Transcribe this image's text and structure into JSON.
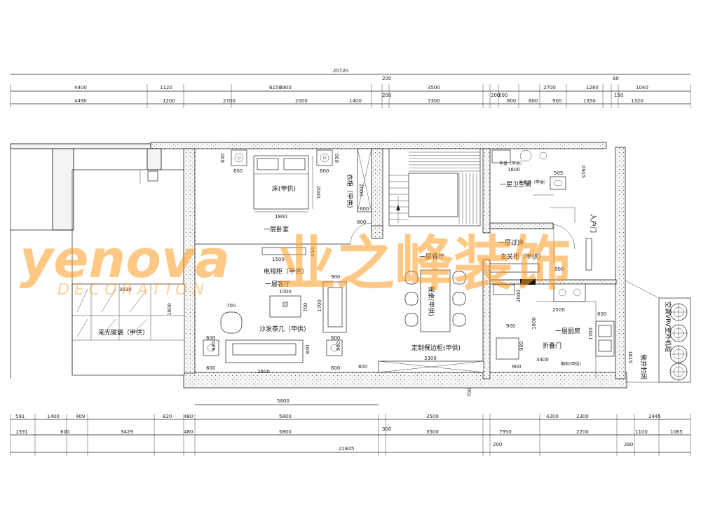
{
  "dims": {
    "top_total": "20720",
    "top_row1": [
      "4400",
      "1120",
      "6150",
      "3900",
      "200",
      "3500",
      "2700",
      "1280",
      "80",
      "1040"
    ],
    "top_row2": [
      "4490",
      "1200",
      "2700",
      "2000",
      "1400",
      "200",
      "3300",
      "200",
      "200",
      "800",
      "600",
      "900",
      "1350",
      "150",
      "1320"
    ],
    "bottom_row1": [
      "591",
      "1400",
      "409",
      "820",
      "480",
      "5800",
      "3500",
      "4200",
      "2300",
      "2445"
    ],
    "bottom_row2": [
      "1391",
      "600",
      "3429",
      "480",
      "5800",
      "300",
      "3500",
      "7950",
      "2200",
      "1100",
      "1065"
    ],
    "bottom_extra": [
      "5800",
      "200",
      "280"
    ],
    "bottom_total": "21845"
  },
  "rooms": {
    "bedroom": "一层卧室",
    "bed": "床(甲供)",
    "wardrobe": "衣柜（甲供）",
    "tv_cabinet": "电视柜（甲供）",
    "living": "一层客厅",
    "sofa_table": "沙发茶几（甲供）",
    "skylight": "采光玻璃（甲供）",
    "dining": "一层餐厅",
    "sideboard": "定制餐边柜(甲供)",
    "dining_table": "餐桌(甲供)",
    "corridor": "一层过道",
    "shoe_cabinet": "玄关柜（甲供）",
    "bathroom": "一层卫生间",
    "toilet": "坐便器（甲供）",
    "basin": "手盆（甲供）",
    "kitchen": "一层厨房",
    "folding_door": "折叠门",
    "wall_cabinet": "橱柜(甲供)",
    "entry_door": "入户门",
    "ac_units": "空调VRV室外机组",
    "pipe_shaft": "管井封闭"
  },
  "inner_dims": {
    "bed_w": "1800",
    "bed_l": "2000",
    "bed_side_a": "600",
    "bed_side_b": "600",
    "bed_600a": "600",
    "bed_600b": "600",
    "wardrobe_len": "2000",
    "wardrobe_600": "600",
    "tv_w": "1500",
    "tv_450": "450",
    "coffee_1000": "1000",
    "coffee_700": "700",
    "armchair_900": "900",
    "armchair_1700": "1700",
    "sofa_w": "2600",
    "sofa_900a": "900",
    "sofa_900b": "900",
    "sofa_840": "840",
    "sofa_600a": "600",
    "sofa_600b": "600",
    "sofa_600c": "600",
    "sofa_600d": "600",
    "living_3530": "3530",
    "living_1900": "1900",
    "dining_3300": "3300",
    "dining_800": "800",
    "dining_700": "700",
    "stair_800": "800",
    "bath_1600": "1600",
    "bath_505": "505",
    "bath_0915": "0915",
    "corridor_800": "800",
    "kitchen_2500": "2500",
    "kitchen_600": "600",
    "kitchen_900a": "900",
    "kitchen_900b": "900",
    "kitchen_1600": "1600",
    "kitchen_1700": "1700",
    "kitchen_3400": "3400",
    "kitchen_900c": "900",
    "kitchen_1815": "1815",
    "kitchen_2000": "2000"
  },
  "watermark": {
    "brand": "yenova",
    "sub": "DECORATION",
    "cn": "业之峰装饰"
  }
}
